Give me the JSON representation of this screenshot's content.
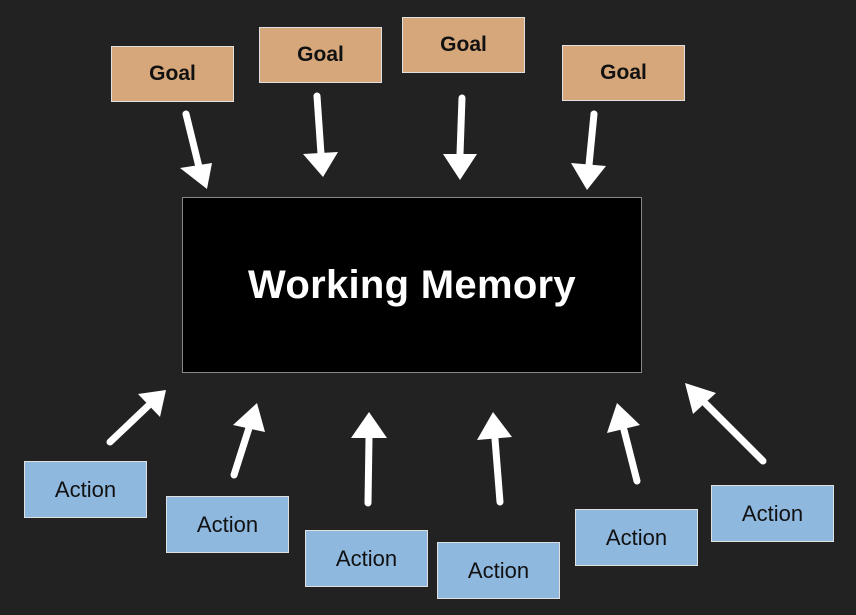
{
  "diagram": {
    "memory": {
      "label": "Working Memory"
    },
    "goals": [
      {
        "label": "Goal"
      },
      {
        "label": "Goal"
      },
      {
        "label": "Goal"
      },
      {
        "label": "Goal"
      }
    ],
    "actions": [
      {
        "label": "Action"
      },
      {
        "label": "Action"
      },
      {
        "label": "Action"
      },
      {
        "label": "Action"
      },
      {
        "label": "Action"
      },
      {
        "label": "Action"
      }
    ]
  },
  "colors": {
    "background": "#222222",
    "goal": "#d6a77a",
    "action": "#8fb8df",
    "memory": "#000000",
    "arrow": "#ffffff"
  }
}
